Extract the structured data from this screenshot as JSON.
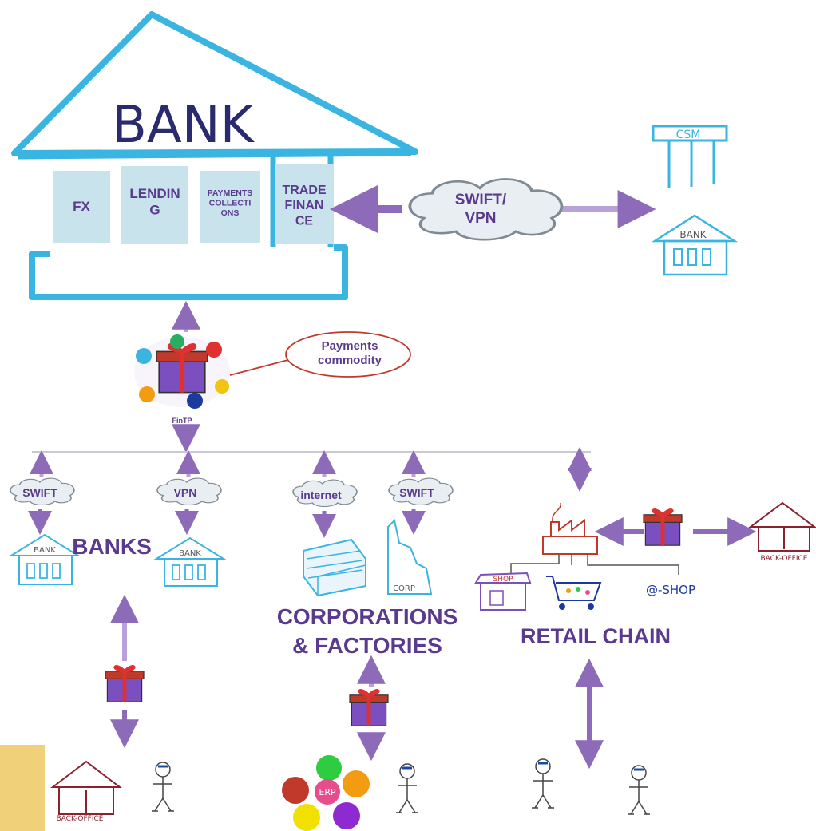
{
  "bank": {
    "title": "BANK",
    "modules": [
      "FX",
      "LENDIN\nG",
      "PAYMENTS\nCOLLECTI\nONS",
      "TRADE\nFINAN\nCE"
    ]
  },
  "network": {
    "swift_vpn": "SWIFT/\nVPN",
    "csm": "CSM",
    "small_bank": "BANK"
  },
  "hub": {
    "callout": "Payments\ncommodity",
    "name": "FinTP"
  },
  "channels": {
    "swift_1": "SWIFT",
    "vpn": "VPN",
    "internet": "internet",
    "swift_2": "SWIFT"
  },
  "groups": {
    "banks": "BANKS",
    "corporations": "CORPORATIONS\n& FACTORIES",
    "retail": "RETAIL CHAIN"
  },
  "sketch_labels": {
    "bank_small": "BANK",
    "corp": "CORP",
    "shop": "SHOP",
    "eshop": "@-SHOP",
    "back_office": "BACK-OFFICE",
    "erp": "ERP"
  },
  "colors": {
    "bank_outline": "#3ab4e0",
    "module_fill": "#c8e3ec",
    "arrow": "#8e6bb8",
    "label_purple": "#5a3a8e",
    "callout_red": "#c0392b",
    "corner_tab": "#f1d07a"
  }
}
